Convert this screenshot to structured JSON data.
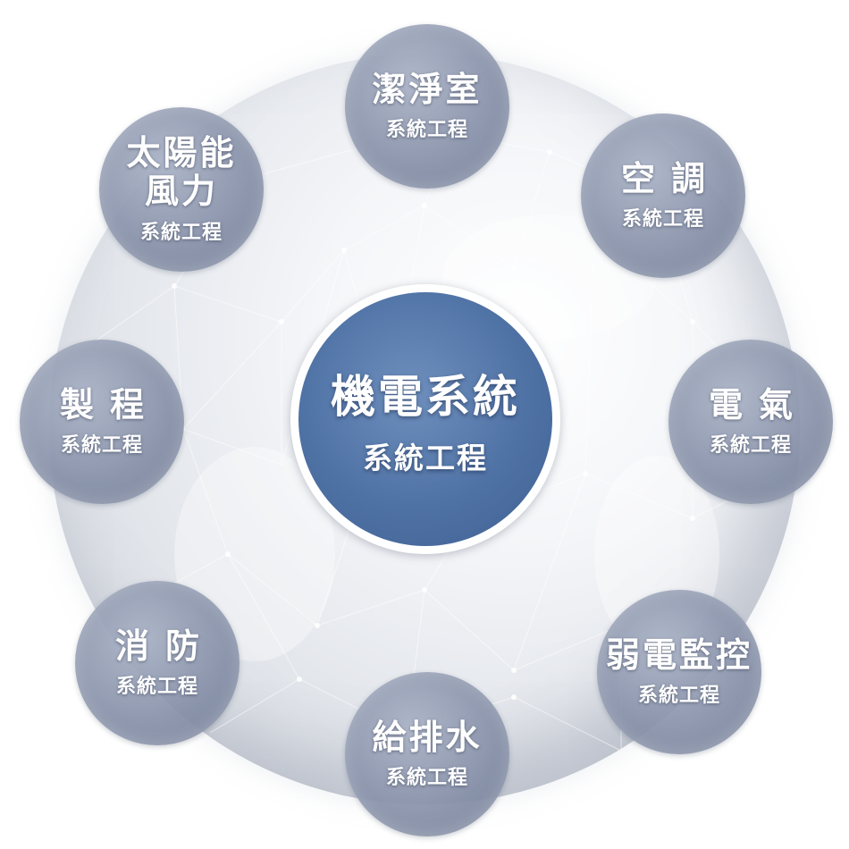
{
  "center": {
    "title": "機電系統",
    "subtitle": "系統工程"
  },
  "nodes": [
    {
      "id": "cleanroom",
      "title": "潔淨室",
      "subtitle": "系統工程"
    },
    {
      "id": "hvac",
      "title": "空調",
      "subtitle": "系統工程"
    },
    {
      "id": "electrical",
      "title": "電氣",
      "subtitle": "系統工程"
    },
    {
      "id": "low-voltage",
      "title": "弱電監控",
      "subtitle": "系統工程"
    },
    {
      "id": "plumbing",
      "title": "給排水",
      "subtitle": "系統工程"
    },
    {
      "id": "fire",
      "title": "消防",
      "subtitle": "系統工程"
    },
    {
      "id": "process",
      "title": "製程",
      "subtitle": "系統工程"
    },
    {
      "id": "solar-wind",
      "title": "太陽能\n風力",
      "subtitle": "系統工程"
    }
  ],
  "colors": {
    "center_fill": "#4f72a5",
    "bubble_fill": "#848ea6",
    "text": "#ffffff"
  }
}
